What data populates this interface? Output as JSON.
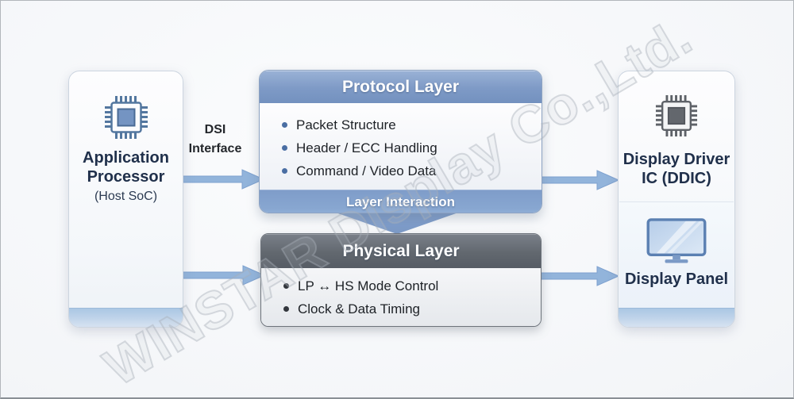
{
  "watermark_text": "WINSTAR Display Co.,Ltd.",
  "app_processor": {
    "title_line1": "Application",
    "title_line2": "Processor",
    "subtitle": "(Host SoC)"
  },
  "dsi_label": {
    "line1": "DSI",
    "line2": "Interface"
  },
  "protocol_layer": {
    "title": "Protocol Layer",
    "items": [
      "Packet Structure",
      "Header / ECC Handling",
      "Command / Video Data"
    ],
    "footer_label": "Layer Interaction"
  },
  "physical_layer": {
    "title": "Physical Layer",
    "items": [
      "LP ↔ HS Mode Control",
      "Clock & Data Timing"
    ]
  },
  "display_driver": {
    "title_line1": "Display Driver",
    "title_line2": "IC (DDIC)"
  },
  "display_panel": {
    "title": "Display Panel"
  },
  "colors": {
    "protocol_header": "#7e9ac6",
    "physical_header": "#62686f",
    "layer_interaction_band": "#7e9cc9",
    "arrow": "#92b4db",
    "node_footer_strip": "#b9cfe8",
    "title_text": "#20304b",
    "watermark_outline": "#a8aeb8",
    "chip_icon_blue": "#53779f",
    "chip_icon_gray": "#5e6268"
  }
}
